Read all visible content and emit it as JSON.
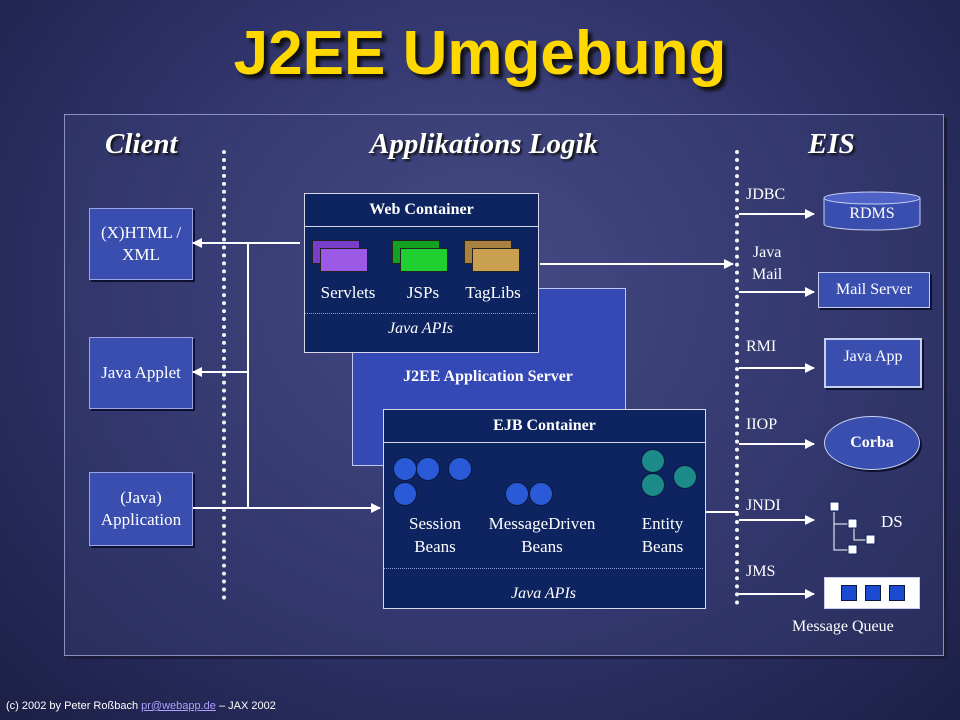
{
  "title": "J2EE Umgebung",
  "columns": {
    "client": "Client",
    "logic": "Applikations Logik",
    "eis": "EIS"
  },
  "client_boxes": [
    "(X)HTML / XML",
    "Java Applet",
    "(Java) Application"
  ],
  "server_label": "J2EE Application Server",
  "web_container": {
    "title": "Web Container",
    "components": [
      "Servlets",
      "JSPs",
      "TagLibs"
    ],
    "apis": "Java APIs"
  },
  "ejb_container": {
    "title": "EJB Container",
    "components": [
      {
        "line1": "Session",
        "line2": "Beans"
      },
      {
        "line1": "MessageDriven",
        "line2": "Beans"
      },
      {
        "line1": "Entity",
        "line2": "Beans"
      }
    ],
    "apis": "Java APIs"
  },
  "protocols": {
    "jdbc": "JDBC",
    "java_mail_1": "Java",
    "java_mail_2": "Mail",
    "rmi": "RMI",
    "iiop": "IIOP",
    "jndi": "JNDI",
    "jms": "JMS"
  },
  "eis": {
    "rdms": "RDMS",
    "mail_server": "Mail Server",
    "java_app": "Java App",
    "corba": "Corba",
    "ds": "DS",
    "message_queue": "Message Queue"
  },
  "footer": {
    "prefix": "(c) 2002 by Peter Roßbach ",
    "email": "pr@webapp.de",
    "suffix": " – JAX 2002"
  },
  "colors": {
    "title": "#ffd800",
    "container": "#0e2460",
    "box": "#3a4eb0",
    "servlets": "#9b59e6",
    "jsps": "#1fd030",
    "taglibs": "#c8a050",
    "bean": "#2a5ad8",
    "entity_bean": "#1b8a88"
  }
}
